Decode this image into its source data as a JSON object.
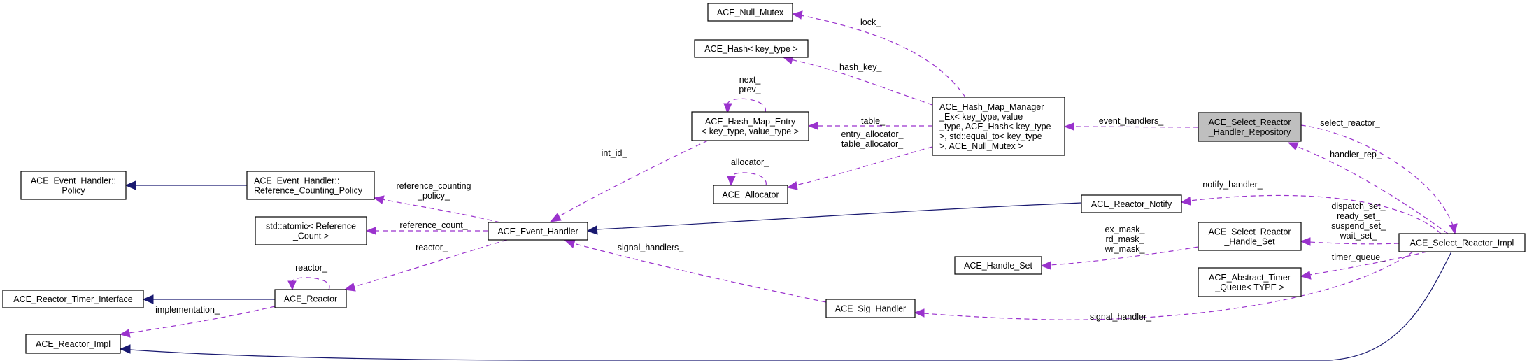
{
  "title": "ACE_Select_Reactor_Handler_Repository collaboration graph",
  "colors": {
    "inheritance_edge": "#191970",
    "member_edge": "#9a32cd",
    "highlight_fill": "#bfbfbf",
    "node_fill": "#ffffff"
  },
  "nodes": {
    "null_mutex": {
      "lines": [
        "ACE_Null_Mutex"
      ]
    },
    "hash": {
      "lines": [
        "ACE_Hash< key_type >"
      ]
    },
    "hash_map_entry": {
      "lines": [
        "ACE_Hash_Map_Entry",
        "< key_type, value_type >"
      ]
    },
    "allocator": {
      "lines": [
        "ACE_Allocator"
      ]
    },
    "hash_map_manager": {
      "lines": [
        "ACE_Hash_Map_Manager",
        "_Ex< key_type, value",
        "_type, ACE_Hash< key_type",
        ">, std::equal_to< key_type",
        ">, ACE_Null_Mutex >"
      ]
    },
    "repository": {
      "lines": [
        "ACE_Select_Reactor",
        "_Handler_Repository"
      ]
    },
    "eh_policy": {
      "lines": [
        "ACE_Event_Handler::",
        "Policy"
      ]
    },
    "ref_counting_policy": {
      "lines": [
        "ACE_Event_Handler::",
        "Reference_Counting_Policy"
      ]
    },
    "atomic_ref_count": {
      "lines": [
        "std::atomic< Reference",
        "_Count >"
      ]
    },
    "event_handler": {
      "lines": [
        "ACE_Event_Handler"
      ]
    },
    "reactor_notify": {
      "lines": [
        "ACE_Reactor_Notify"
      ]
    },
    "timer_interface": {
      "lines": [
        "ACE_Reactor_Timer_Interface"
      ]
    },
    "reactor": {
      "lines": [
        "ACE_Reactor"
      ]
    },
    "reactor_impl": {
      "lines": [
        "ACE_Reactor_Impl"
      ]
    },
    "handle_set": {
      "lines": [
        "ACE_Handle_Set"
      ]
    },
    "sig_handler": {
      "lines": [
        "ACE_Sig_Handler"
      ]
    },
    "select_handle_set": {
      "lines": [
        "ACE_Select_Reactor",
        "_Handle_Set"
      ]
    },
    "abstract_timer_queue": {
      "lines": [
        "ACE_Abstract_Timer",
        "_Queue< TYPE >"
      ]
    },
    "select_reactor_impl": {
      "lines": [
        "ACE_Select_Reactor_Impl"
      ]
    }
  },
  "edges": {
    "lock": {
      "type": "member",
      "from": "hash_map_manager",
      "to": "null_mutex",
      "labels": [
        "lock_"
      ]
    },
    "hash_key": {
      "type": "member",
      "from": "hash_map_manager",
      "to": "hash",
      "labels": [
        "hash_key_"
      ]
    },
    "next_prev": {
      "type": "member",
      "from": "hash_map_entry",
      "to": "hash_map_entry",
      "labels": [
        "next_",
        "prev_"
      ]
    },
    "table": {
      "type": "member",
      "from": "hash_map_manager",
      "to": "hash_map_entry",
      "labels": [
        "table_"
      ]
    },
    "allocators": {
      "type": "member",
      "from": "hash_map_manager",
      "to": "allocator",
      "labels": [
        "entry_allocator_",
        "table_allocator_"
      ]
    },
    "allocator_self": {
      "type": "member",
      "from": "allocator",
      "to": "allocator",
      "labels": [
        "allocator_"
      ]
    },
    "int_id": {
      "type": "member",
      "from": "hash_map_entry",
      "to": "event_handler",
      "labels": [
        "int_id_"
      ]
    },
    "event_handlers": {
      "type": "member",
      "from": "repository",
      "to": "hash_map_manager",
      "labels": [
        "event_handlers_"
      ]
    },
    "policy_inherit": {
      "type": "inheritance",
      "from": "ref_counting_policy",
      "to": "eh_policy",
      "labels": []
    },
    "reference_counting_policy": {
      "type": "member",
      "from": "event_handler",
      "to": "ref_counting_policy",
      "labels": [
        "reference_counting",
        "_policy_"
      ]
    },
    "reference_count": {
      "type": "member",
      "from": "event_handler",
      "to": "atomic_ref_count",
      "labels": [
        "reference_count_"
      ]
    },
    "reactor_eh": {
      "type": "member",
      "from": "event_handler",
      "to": "reactor",
      "labels": [
        "reactor_"
      ]
    },
    "reactor_self": {
      "type": "member",
      "from": "reactor",
      "to": "reactor",
      "labels": [
        "reactor_"
      ]
    },
    "timer_inherit": {
      "type": "inheritance",
      "from": "reactor",
      "to": "timer_interface",
      "labels": []
    },
    "implementation": {
      "type": "member",
      "from": "reactor",
      "to": "reactor_impl",
      "labels": [
        "implementation_"
      ]
    },
    "notify_inherit": {
      "type": "inheritance",
      "from": "reactor_notify",
      "to": "event_handler",
      "labels": []
    },
    "signal_handlers": {
      "type": "member",
      "from": "sig_handler",
      "to": "event_handler",
      "labels": [
        "signal_handlers_"
      ]
    },
    "masks": {
      "type": "member",
      "from": "select_handle_set",
      "to": "handle_set",
      "labels": [
        "ex_mask_",
        "rd_mask_",
        "wr_mask_"
      ]
    },
    "select_reactor": {
      "type": "member",
      "from": "repository",
      "to": "select_reactor_impl",
      "labels": [
        "select_reactor_"
      ]
    },
    "handler_rep": {
      "type": "member",
      "from": "select_reactor_impl",
      "to": "repository",
      "labels": [
        "handler_rep_"
      ]
    },
    "notify_handler": {
      "type": "member",
      "from": "select_reactor_impl",
      "to": "reactor_notify",
      "labels": [
        "notify_handler_"
      ]
    },
    "sets": {
      "type": "member",
      "from": "select_reactor_impl",
      "to": "select_handle_set",
      "labels": [
        "dispatch_set_",
        "ready_set_",
        "suspend_set_",
        "wait_set_"
      ]
    },
    "timer_queue": {
      "type": "member",
      "from": "select_reactor_impl",
      "to": "abstract_timer_queue",
      "labels": [
        "timer_queue_"
      ]
    },
    "signal_handler": {
      "type": "member",
      "from": "select_reactor_impl",
      "to": "sig_handler",
      "labels": [
        "signal_handler_"
      ]
    },
    "impl_inherit": {
      "type": "inheritance",
      "from": "select_reactor_impl",
      "to": "reactor_impl",
      "labels": []
    }
  }
}
